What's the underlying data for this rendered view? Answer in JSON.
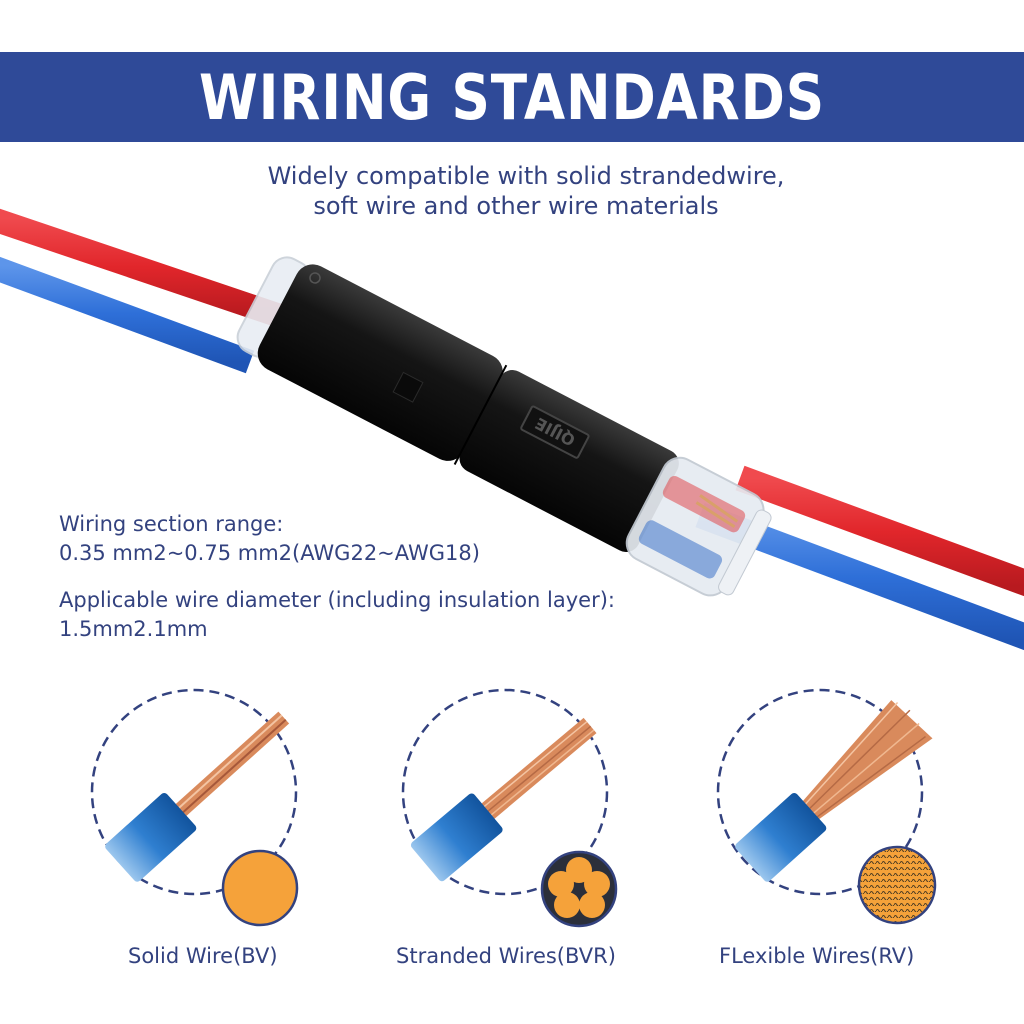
{
  "header": {
    "title": "WIRING STANDARDS",
    "background_color": "#2f4a98"
  },
  "subtitle": {
    "line1": "Widely compatible with solid strandedwire,",
    "line2": "soft wire and other wire materials"
  },
  "product": {
    "name": "inline wire connector",
    "brand_mark": "QIJIE",
    "wire_colors": [
      "#e1262b",
      "#2e6fd8"
    ],
    "housing_color": "#151515"
  },
  "specs": {
    "section_range_label": "Wiring section range:",
    "section_range_value": "0.35 mm2~0.75 mm2(AWG22~AWG18)",
    "diameter_label": "Applicable wire diameter (including insulation layer):",
    "diameter_value": "1.5mm2.1mm"
  },
  "wire_types": [
    {
      "label": "Solid Wire(BV)",
      "icon": "solid-wire-icon",
      "cross_section": "solid"
    },
    {
      "label": "Stranded Wires(BVR)",
      "icon": "stranded-wire-icon",
      "cross_section": "stranded"
    },
    {
      "label": "FLexible Wires(RV)",
      "icon": "flexible-wire-icon",
      "cross_section": "flexible"
    }
  ],
  "colors": {
    "text": "#33427f",
    "copper": "#d98a5c",
    "insulation": "#2f7fd0",
    "cross_section": "#f5a23a",
    "dashed_circle": "#33427f"
  }
}
